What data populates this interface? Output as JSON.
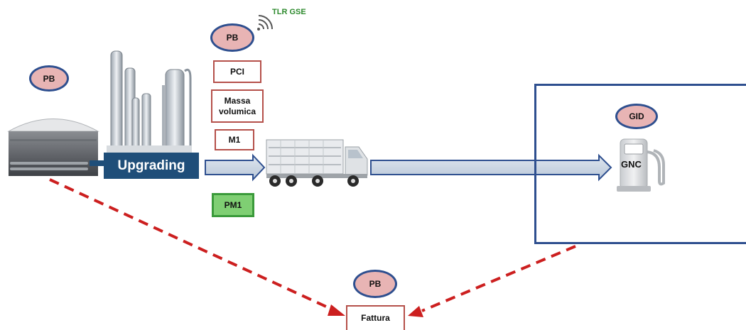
{
  "labels": {
    "pb_left": "PB",
    "pb_top": "PB",
    "pb_bottom": "PB",
    "gid": "GID",
    "tlr_gse": "TLR GSE",
    "pci": "PCI",
    "massa_volumica": "Massa volumica",
    "m1": "M1",
    "pm1": "PM1",
    "upgrading": "Upgrading",
    "gnc": "GNC",
    "fattura": "Fattura"
  },
  "colors": {
    "oval_fill": "#e8b4b4",
    "oval_border": "#2e4f8f",
    "box_border": "#b5504a",
    "green_fill": "#7fcf73",
    "upgrading_fill": "#1f4e79",
    "dashed_arrow": "#cc1f1f"
  }
}
